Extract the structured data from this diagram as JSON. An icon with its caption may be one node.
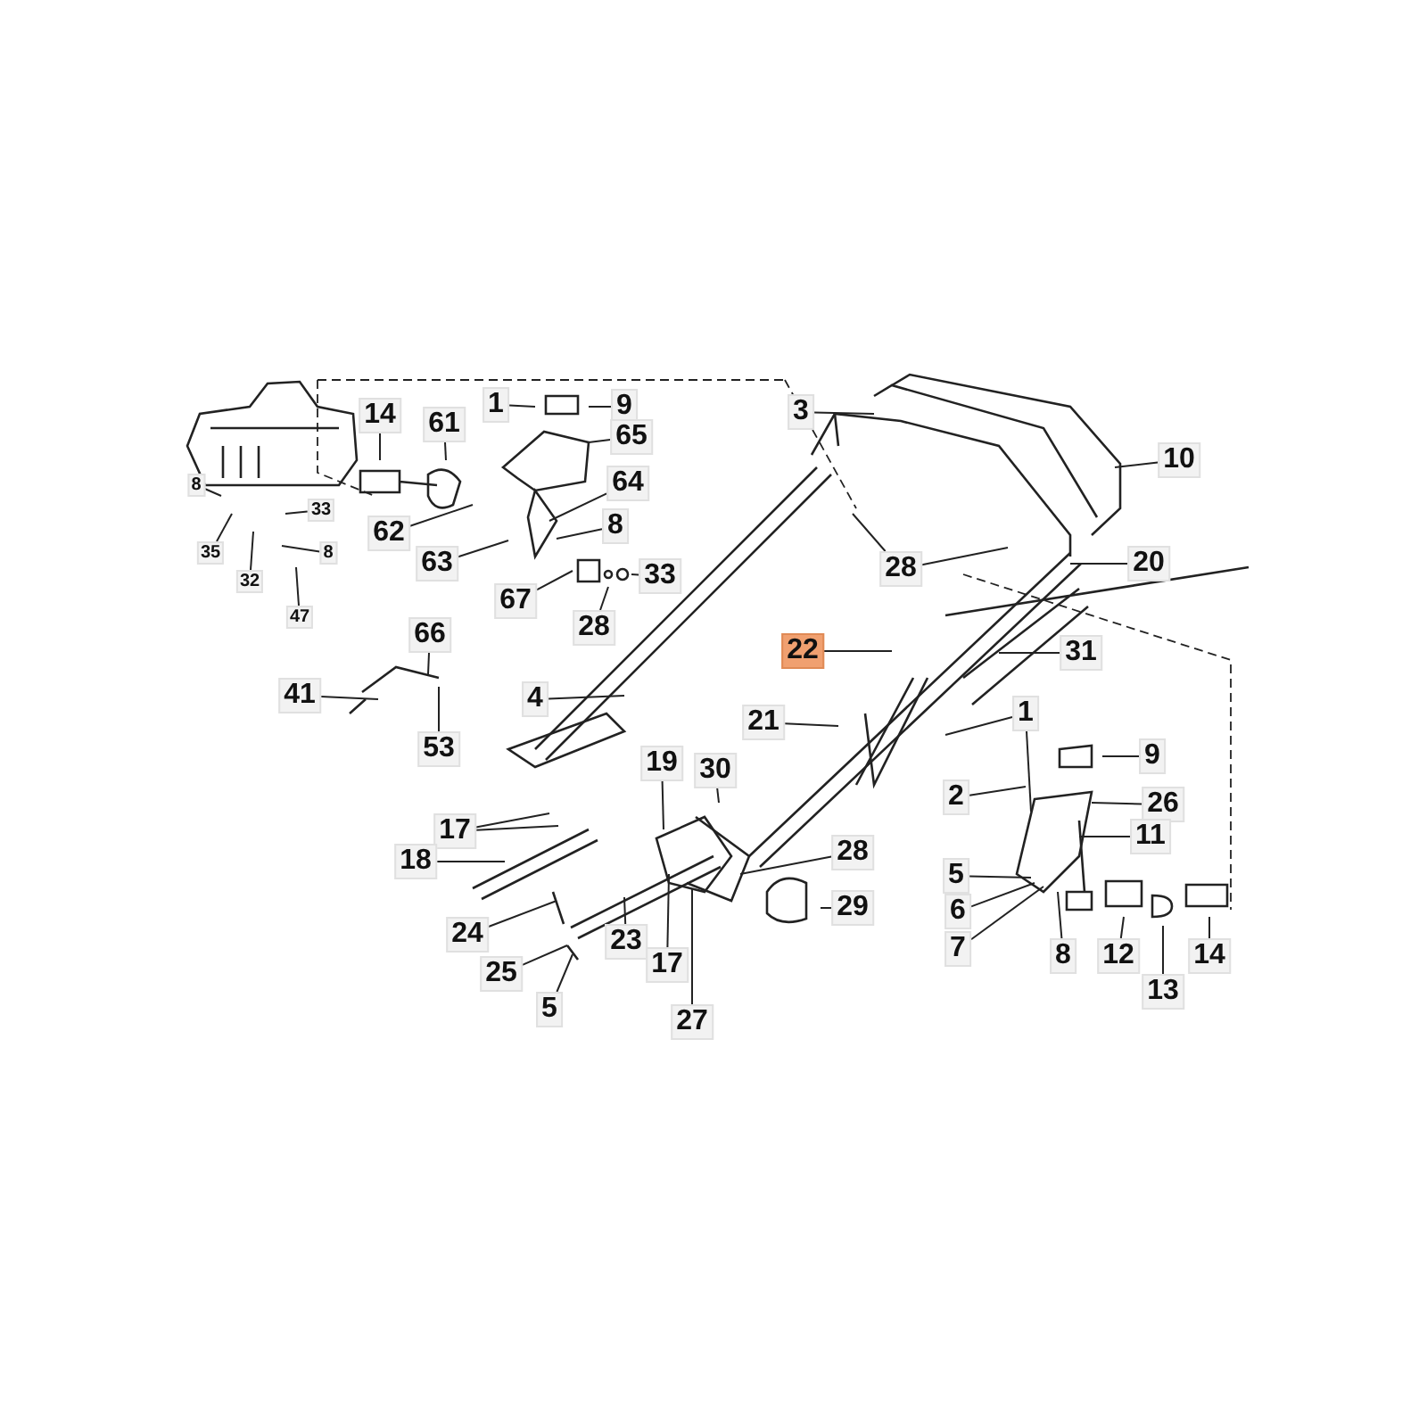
{
  "diagram": {
    "nodes": [
      {
        "text": [
          "1"
        ]
      },
      {
        "text": [
          "9"
        ]
      },
      {
        "text": [
          "14"
        ]
      },
      {
        "text": [
          "61"
        ]
      },
      {
        "text": [
          "65"
        ]
      },
      {
        "text": [
          "64"
        ]
      },
      {
        "text": [
          "62"
        ]
      },
      {
        "text": [
          "8"
        ]
      },
      {
        "text": [
          "63"
        ]
      },
      {
        "text": [
          "67"
        ]
      },
      {
        "text": [
          "33"
        ]
      },
      {
        "text": [
          "28"
        ]
      },
      {
        "text": [
          "8"
        ]
      },
      {
        "text": [
          "33"
        ]
      },
      {
        "text": [
          "8"
        ]
      },
      {
        "text": [
          "35"
        ]
      },
      {
        "text": [
          "32"
        ]
      },
      {
        "text": [
          "47"
        ]
      },
      {
        "text": [
          "3"
        ]
      },
      {
        "text": [
          "10"
        ]
      },
      {
        "text": [
          "28"
        ]
      },
      {
        "text": [
          "20"
        ]
      },
      {
        "text": [
          "22"
        ]
      },
      {
        "text": [
          "31"
        ]
      },
      {
        "text": [
          "66"
        ]
      },
      {
        "text": [
          "41"
        ]
      },
      {
        "text": [
          "4"
        ]
      },
      {
        "text": [
          "53"
        ]
      },
      {
        "text": [
          "21"
        ]
      },
      {
        "text": [
          "1"
        ]
      },
      {
        "text": [
          "9"
        ]
      },
      {
        "text": [
          "19"
        ]
      },
      {
        "text": [
          "30"
        ]
      },
      {
        "text": [
          "2"
        ]
      },
      {
        "text": [
          "26"
        ]
      },
      {
        "text": [
          "17"
        ]
      },
      {
        "text": [
          "11"
        ]
      },
      {
        "text": [
          "18"
        ]
      },
      {
        "text": [
          "28"
        ]
      },
      {
        "text": [
          "5"
        ]
      },
      {
        "text": [
          "29"
        ]
      },
      {
        "text": [
          "6"
        ]
      },
      {
        "text": [
          "24"
        ]
      },
      {
        "text": [
          "23"
        ]
      },
      {
        "text": [
          "7"
        ]
      },
      {
        "text": [
          "8"
        ]
      },
      {
        "text": [
          "12"
        ]
      },
      {
        "text": [
          "17"
        ]
      },
      {
        "text": [
          "14"
        ]
      },
      {
        "text": [
          "25"
        ]
      },
      {
        "text": [
          "13"
        ]
      },
      {
        "text": [
          "5"
        ]
      },
      {
        "text": [
          "27"
        ]
      }
    ],
    "edges": [
      {
        "from": 0,
        "to": null,
        "arrow": "none"
      },
      {
        "from": 1,
        "to": null,
        "arrow": "none"
      },
      {
        "from": 2,
        "to": null,
        "arrow": "none"
      },
      {
        "from": 3,
        "to": null,
        "arrow": "none"
      },
      {
        "from": 4,
        "to": null,
        "arrow": "none"
      },
      {
        "from": 5,
        "to": null,
        "arrow": "none"
      },
      {
        "from": 6,
        "to": null,
        "arrow": "none"
      },
      {
        "from": 7,
        "to": null,
        "arrow": "none"
      },
      {
        "from": 8,
        "to": null,
        "arrow": "none"
      },
      {
        "from": 9,
        "to": null,
        "arrow": "none"
      },
      {
        "from": 10,
        "to": null,
        "arrow": "none"
      },
      {
        "from": 11,
        "to": null,
        "arrow": "none"
      },
      {
        "from": 12,
        "to": null,
        "arrow": "none"
      },
      {
        "from": 13,
        "to": null,
        "arrow": "none"
      },
      {
        "from": 14,
        "to": null,
        "arrow": "none"
      },
      {
        "from": 15,
        "to": null,
        "arrow": "none"
      },
      {
        "from": 16,
        "to": null,
        "arrow": "none"
      },
      {
        "from": 17,
        "to": null,
        "arrow": "none"
      },
      {
        "from": 18,
        "to": null,
        "arrow": "none"
      },
      {
        "from": 19,
        "to": null,
        "arrow": "none"
      },
      {
        "from": 20,
        "to": null,
        "arrow": "none"
      },
      {
        "from": 20,
        "to": null,
        "arrow": "none"
      },
      {
        "from": 21,
        "to": null,
        "arrow": "none"
      },
      {
        "from": 22,
        "to": null,
        "arrow": "none"
      },
      {
        "from": 23,
        "to": null,
        "arrow": "none"
      },
      {
        "from": 24,
        "to": null,
        "arrow": "none"
      },
      {
        "from": 25,
        "to": null,
        "arrow": "none"
      },
      {
        "from": 26,
        "to": null,
        "arrow": "none"
      },
      {
        "from": 27,
        "to": null,
        "arrow": "none"
      },
      {
        "from": 28,
        "to": null,
        "arrow": "none"
      },
      {
        "from": 29,
        "to": null,
        "arrow": "none"
      },
      {
        "from": 29,
        "to": null,
        "arrow": "none"
      },
      {
        "from": 30,
        "to": null,
        "arrow": "none"
      },
      {
        "from": 31,
        "to": null,
        "arrow": "none"
      },
      {
        "from": 32,
        "to": null,
        "arrow": "none"
      },
      {
        "from": 33,
        "to": null,
        "arrow": "none"
      },
      {
        "from": 34,
        "to": null,
        "arrow": "none"
      },
      {
        "from": 35,
        "to": null,
        "arrow": "none"
      },
      {
        "from": 35,
        "to": null,
        "arrow": "none"
      },
      {
        "from": 36,
        "to": null,
        "arrow": "none"
      },
      {
        "from": 37,
        "to": null,
        "arrow": "none"
      },
      {
        "from": 38,
        "to": null,
        "arrow": "none"
      },
      {
        "from": 39,
        "to": null,
        "arrow": "none"
      },
      {
        "from": 40,
        "to": null,
        "arrow": "none"
      },
      {
        "from": 41,
        "to": null,
        "arrow": "none"
      },
      {
        "from": 42,
        "to": null,
        "arrow": "none"
      },
      {
        "from": 43,
        "to": null,
        "arrow": "none"
      },
      {
        "from": 44,
        "to": null,
        "arrow": "none"
      },
      {
        "from": 45,
        "to": null,
        "arrow": "none"
      },
      {
        "from": 46,
        "to": null,
        "arrow": "none"
      },
      {
        "from": 47,
        "to": null,
        "arrow": "none"
      },
      {
        "from": 48,
        "to": null,
        "arrow": "none"
      },
      {
        "from": 49,
        "to": null,
        "arrow": "none"
      },
      {
        "from": 50,
        "to": null,
        "arrow": "none"
      },
      {
        "from": 51,
        "to": null,
        "arrow": "none"
      },
      {
        "from": 52,
        "to": null,
        "arrow": "none"
      }
    ]
  }
}
